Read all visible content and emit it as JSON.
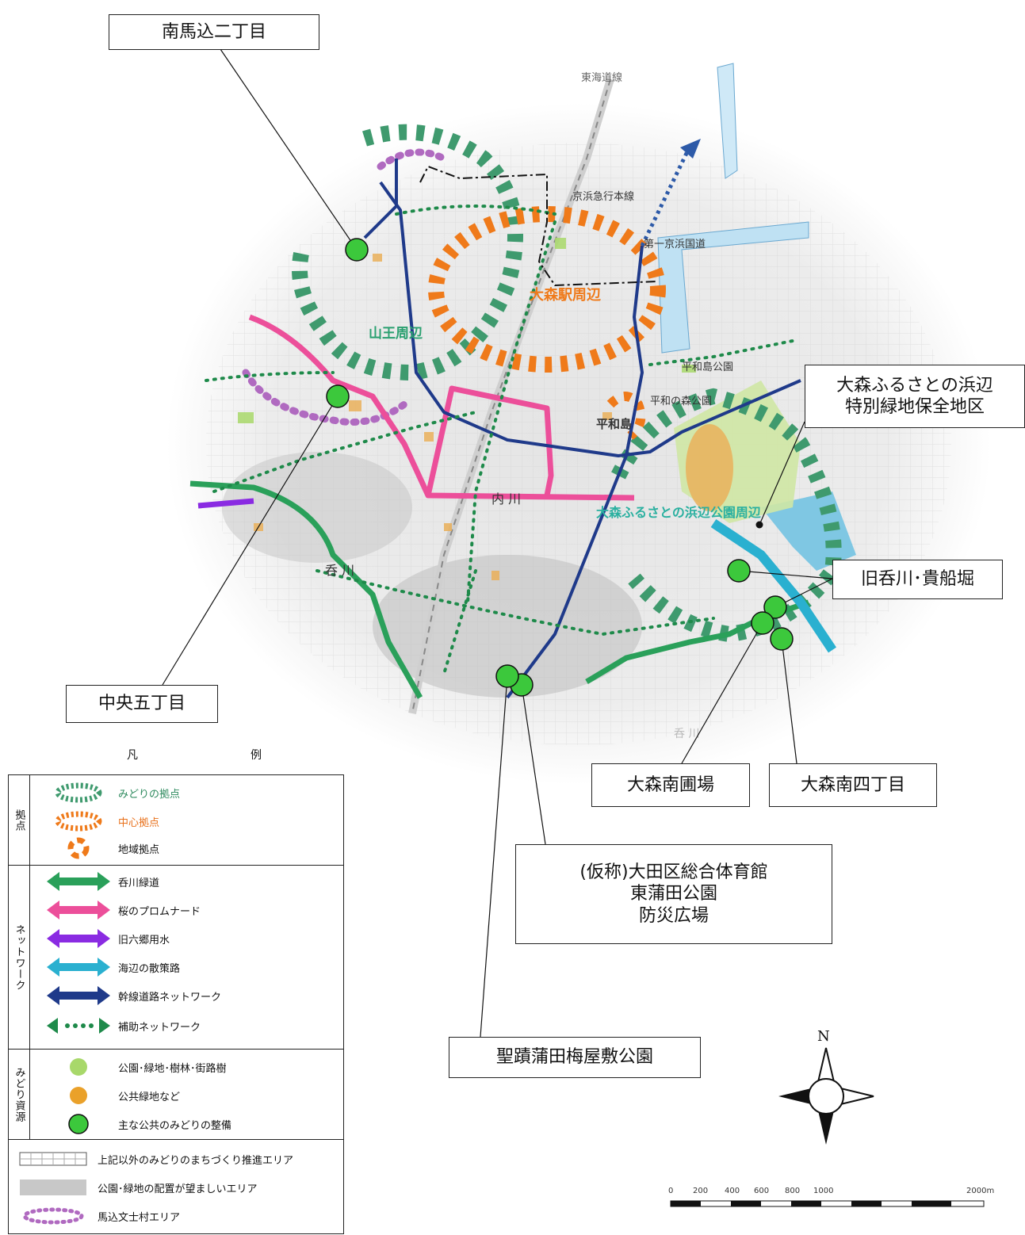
{
  "map": {
    "place_labels": {
      "tokaido": "東海道線",
      "keihin_kyuko": "京浜急行本線",
      "daiichi_keihin": "第一京浜国道",
      "omori_station": "大森駅周辺",
      "sanno": "山王周辺",
      "heiwajima_park": "平和島公園",
      "heiwa_no_mori": "平和の森公園",
      "heiwajima": "平和島",
      "uchikawa": "内 川",
      "nomikawa": "呑 川",
      "furusato": "大森ふるさとの浜辺公園周辺",
      "nomikawa_lower": "呑 川"
    },
    "callouts": {
      "minami_magome": "南馬込二丁目",
      "chuo5": "中央五丁目",
      "furusato_hama_line1": "大森ふるさとの浜辺",
      "furusato_hama_line2": "特別緑地保全地区",
      "kyu_nomikawa": "旧呑川･貴船堀",
      "omori_minami_jo": "大森南圃場",
      "omori_minami4": "大森南四丁目",
      "taiikukan_line1": "(仮称)大田区総合体育館",
      "taiikukan_line2": "東蒲田公園",
      "taiikukan_line3": "防災広場",
      "shoseki": "聖蹟蒲田梅屋敷公園"
    },
    "compass_north": "N",
    "scale": {
      "ticks": [
        "0",
        "200",
        "400",
        "600",
        "800",
        "1000",
        "2000m"
      ]
    },
    "colors": {
      "green_hub": "#3f9a6e",
      "center_hub": "#ef7a1a",
      "sakura": "#ec4f9a",
      "nomikawa_green": "#2aa05a",
      "rokugo": "#8a2be2",
      "seaside": "#2ab0d0",
      "trunk_road": "#1f3a8a",
      "aux_network": "#1e8a4a",
      "park": "#a8d86a",
      "public_green": "#eaa12a",
      "main_point": "#3cc83c",
      "magome_area": "#b06ac0"
    }
  },
  "legend": {
    "title_left": "凡",
    "title_right": "例",
    "sections": {
      "hubs": "拠点",
      "network": "ネットワーク",
      "resources": "みどり資源"
    },
    "items": {
      "green_hub": "みどりの拠点",
      "center_hub": "中心拠点",
      "local_hub": "地域拠点",
      "nomikawa": "呑川緑道",
      "sakura": "桜のプロムナード",
      "rokugo": "旧六郷用水",
      "seaside": "海辺の散策路",
      "trunk": "幹線道路ネットワーク",
      "aux": "補助ネットワーク",
      "park": "公園･緑地･樹林･街路樹",
      "public_green": "公共緑地など",
      "main_green": "主な公共のみどりの整備",
      "other_area": "上記以外のみどりのまちづくり推進エリア",
      "park_desired": "公園･緑地の配置が望ましいエリア",
      "magome_bunshi": "馬込文士村エリア"
    }
  }
}
